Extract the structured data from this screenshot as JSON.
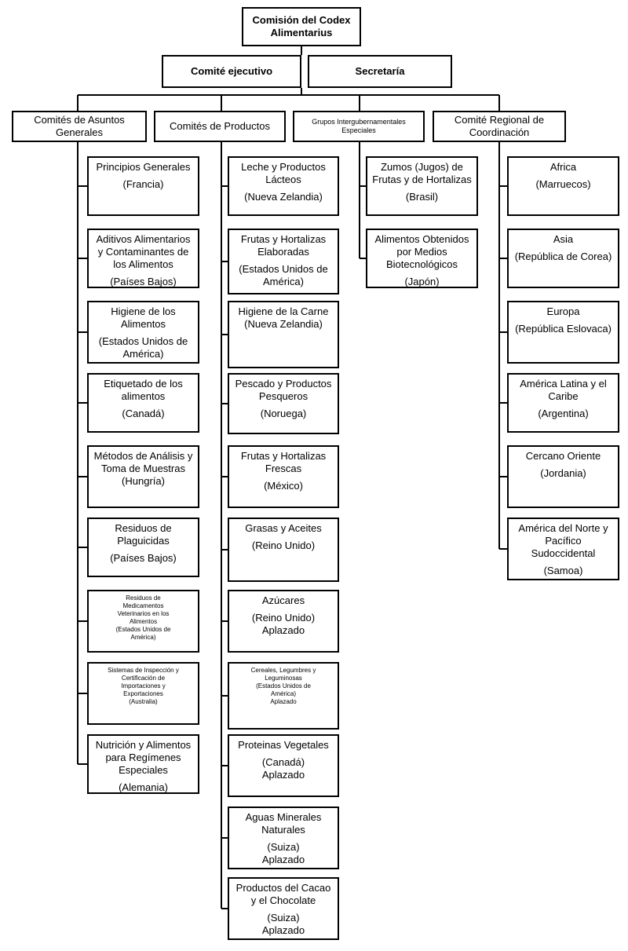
{
  "root": [
    "Comisión del Codex",
    "Alimentarius"
  ],
  "executive": [
    "Comité ejecutivo"
  ],
  "secretariat": [
    "Secretaría"
  ],
  "columns": [
    {
      "header": [
        "Comités de Asuntos",
        "Generales"
      ],
      "items": [
        {
          "lines": [
            "Principios Generales"
          ],
          "country": [
            "(Francia)"
          ]
        },
        {
          "lines": [
            "Aditivos Alimentarios",
            "y Contaminantes de",
            "los Alimentos"
          ],
          "country": [
            "(Países Bajos)"
          ]
        },
        {
          "lines": [
            "Higiene de los",
            "Alimentos"
          ],
          "country": [
            "(Estados Unidos de",
            "América)"
          ]
        },
        {
          "lines": [
            "Etiquetado de los",
            "alimentos"
          ],
          "country": [
            "(Canadá)"
          ]
        },
        {
          "lines": [
            "Métodos de Análisis y",
            "Toma de Muestras",
            "(Hungría)"
          ],
          "country": []
        },
        {
          "lines": [
            "Residuos de",
            "Plaguicidas"
          ],
          "country": [
            "(Países Bajos)"
          ]
        },
        {
          "lines": [
            "Residuos de",
            "Medicamentos",
            "Veterinarios en los",
            "Alimentos",
            "(Estados Unidos de",
            "América)"
          ],
          "country": []
        },
        {
          "lines": [
            "Sistemas de Inspección  y",
            "Certificación de",
            "Importaciones y",
            "Exportaciones",
            "(Australia)"
          ],
          "country": []
        },
        {
          "lines": [
            "Nutrición  y Alimentos",
            "para Regímenes",
            "Especiales"
          ],
          "country": [
            "(Alemania)"
          ]
        }
      ]
    },
    {
      "header": [
        "Comités de Productos"
      ],
      "items": [
        {
          "lines": [
            "Leche y Productos",
            "Lácteos"
          ],
          "country": [
            "(Nueva Zelandia)"
          ]
        },
        {
          "lines": [
            "Frutas y Hortalizas",
            "Elaboradas"
          ],
          "country": [
            "(Estados Unidos de",
            "América)"
          ]
        },
        {
          "lines": [
            "Higiene de la Carne",
            "(Nueva Zelandia)"
          ],
          "country": []
        },
        {
          "lines": [
            "Pescado y Productos",
            "Pesqueros"
          ],
          "country": [
            "(Noruega)"
          ]
        },
        {
          "lines": [
            "Frutas y Hortalizas",
            "Frescas"
          ],
          "country": [
            "(México)"
          ]
        },
        {
          "lines": [
            "Grasas y Aceites"
          ],
          "country": [
            "(Reino Unido)"
          ]
        },
        {
          "lines": [
            "Azúcares"
          ],
          "country": [
            "(Reino Unido)",
            "Aplazado"
          ]
        },
        {
          "lines": [
            "Cereales, Legumbres y",
            "Leguminosas",
            "(Estados Unidos de",
            "América)",
            "Aplazado"
          ],
          "country": []
        },
        {
          "lines": [
            "Proteinas Vegetales"
          ],
          "country": [
            "(Canadá)",
            "Aplazado"
          ]
        },
        {
          "lines": [
            "Aguas Minerales",
            "Naturales"
          ],
          "country": [
            "(Suiza)",
            "Aplazado"
          ]
        },
        {
          "lines": [
            "Productos del Cacao",
            "y el Chocolate"
          ],
          "country": [
            "(Suiza)",
            "Aplazado"
          ]
        }
      ]
    },
    {
      "header": [
        "Grupos Intergubernamentales",
        "Especiales"
      ],
      "items": [
        {
          "lines": [
            "Zumos (Jugos) de",
            "Frutas y de Hortalizas"
          ],
          "country": [
            "(Brasil)"
          ]
        },
        {
          "lines": [
            "Alimentos Obtenidos",
            "por Medios",
            "Biotecnológicos"
          ],
          "country": [
            "(Japón)"
          ]
        }
      ]
    },
    {
      "header": [
        "Comité Regional de",
        "Coordinación"
      ],
      "items": [
        {
          "lines": [
            "Africa"
          ],
          "country": [
            "(Marruecos)"
          ]
        },
        {
          "lines": [
            "Asia"
          ],
          "country": [
            "(República de Corea)"
          ]
        },
        {
          "lines": [
            "Europa"
          ],
          "country": [
            "(República Eslovaca)"
          ]
        },
        {
          "lines": [
            "América Latina y el",
            "Caribe"
          ],
          "country": [
            "(Argentina)"
          ]
        },
        {
          "lines": [
            "Cercano Oriente"
          ],
          "country": [
            "(Jordania)"
          ]
        },
        {
          "lines": [
            "América del Norte y",
            "Pacífico",
            "Sudoccidental"
          ],
          "country": [
            "(Samoa)"
          ]
        }
      ]
    }
  ]
}
